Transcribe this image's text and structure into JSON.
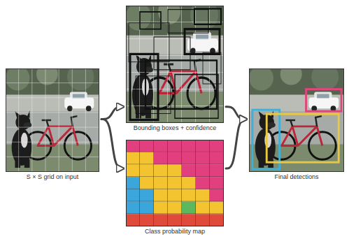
{
  "diagram": {
    "nodes": [
      {
        "text": [
          "S × S grid on input"
        ]
      },
      {
        "text": [
          "Bounding boxes + confidence"
        ]
      },
      {
        "text": [
          "Class probability map"
        ]
      },
      {
        "text": [
          "Final detections"
        ]
      }
    ],
    "edges": [
      {
        "from": 0,
        "to": 1,
        "arrow": "to"
      },
      {
        "from": 0,
        "to": 2,
        "arrow": "to"
      },
      {
        "from": 1,
        "to": 3,
        "arrow": "to"
      },
      {
        "from": 2,
        "to": 3,
        "arrow": "to"
      }
    ]
  }
}
